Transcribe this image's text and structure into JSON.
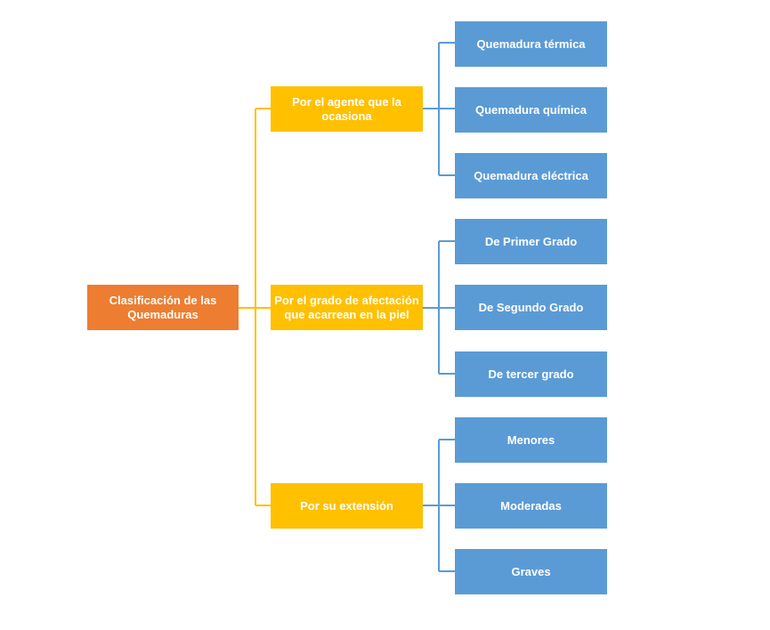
{
  "colors": {
    "root": "#ED7D31",
    "category": "#FFC000",
    "leaf": "#5B9BD5",
    "category_connector": "#FFC000",
    "leaf_connector": "#5B9BD5"
  },
  "root": {
    "label": "Clasificación de las Quemaduras"
  },
  "categories": [
    {
      "label": "Por el agente que la ocasiona",
      "items": [
        {
          "label": "Quemadura térmica"
        },
        {
          "label": "Quemadura química"
        },
        {
          "label": "Quemadura eléctrica"
        }
      ]
    },
    {
      "label": "Por el grado de afectación que acarrean en la piel",
      "items": [
        {
          "label": "De Primer Grado"
        },
        {
          "label": "De Segundo Grado"
        },
        {
          "label": "De tercer grado"
        }
      ]
    },
    {
      "label": "Por su extensión",
      "items": [
        {
          "label": "Menores"
        },
        {
          "label": "Moderadas"
        },
        {
          "label": "Graves"
        }
      ]
    }
  ]
}
